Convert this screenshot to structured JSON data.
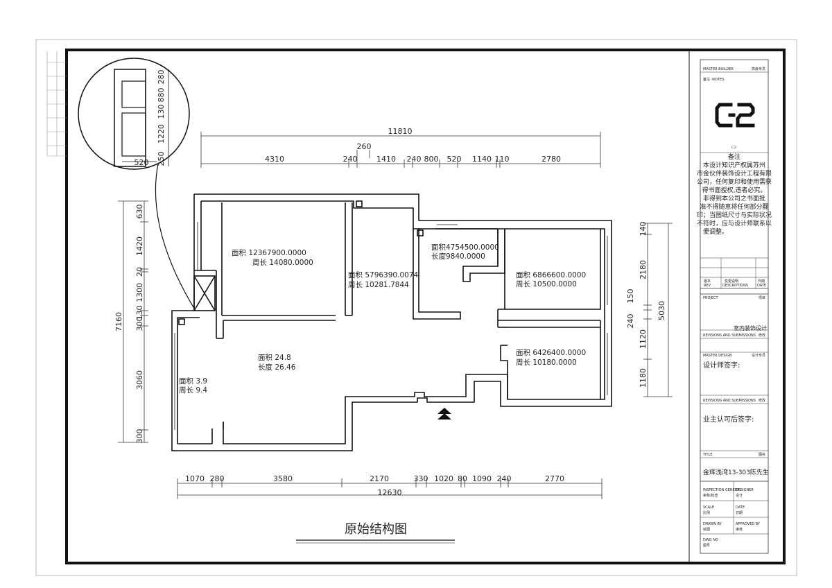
{
  "drawing_title": "原始结构图",
  "top_dims": {
    "overall": "11810",
    "sub_260": "260",
    "segments": [
      "4310",
      "240",
      "1410",
      "240",
      "800",
      "520",
      "1140",
      "110",
      "2780"
    ]
  },
  "bottom_dims": {
    "overall": "12630",
    "segments": [
      "1070",
      "280",
      "3580",
      "2170",
      "330",
      "1020",
      "80",
      "1090",
      "240",
      "2770"
    ]
  },
  "left_dims": {
    "overall": "7160",
    "segments": [
      "630",
      "1420",
      "20",
      "1300",
      "130",
      "300",
      "3060",
      "300"
    ]
  },
  "right_dims": {
    "overall": "5030",
    "segments": [
      "140",
      "2180",
      "150",
      "240",
      "1120",
      "1180"
    ]
  },
  "detail_dims": {
    "right": [
      "280",
      "880",
      "130",
      "1220",
      "250"
    ],
    "bottom": "520"
  },
  "rooms": [
    {
      "area": "面积  12367900.0000",
      "perimeter": "周长    14080.0000"
    },
    {
      "area": "面积  5796390.0074",
      "perimeter": "周长  10281.7844"
    },
    {
      "area": "面积4754500.0000",
      "perimeter": "长度9840.0000"
    },
    {
      "area": "面积    6866600.0000",
      "perimeter": "周长    10500.0000"
    },
    {
      "area": "面积     24.8",
      "perimeter": "长度     26.46"
    },
    {
      "area": "面积    6426400.0000",
      "perimeter": "周长    10180.0000"
    },
    {
      "area": "面积  3.9",
      "perimeter": "周长  9.4"
    }
  ],
  "title_block": {
    "master_builder": "MASTER BUILDER",
    "master_builder_cn": "高级专员",
    "notes_en": "备注 ·NOTES",
    "logo_text": "C-2",
    "notes_heading": "备注",
    "notes_lines": [
      "本设计知识产权属苏州",
      "市金伙伴装饰设计工程有限",
      "公司，任何复印和使用需获",
      "得书面授权,违者必究。",
      "非得到本公司之书面批",
      "准不得随意将任何部分翻",
      "印；当图纸尺寸与实际状况",
      "不符时，应与设计师联系以",
      "便调整。"
    ],
    "rev_header": [
      "版本",
      "变更说明",
      "日期"
    ],
    "rev_header_en": [
      "REV",
      "DESCRIPTIONS",
      "DATE"
    ],
    "project_label": "PROJECT",
    "project_cn": "项目",
    "project_value": "室内装饰设计",
    "revisions_label": "REVISIONS AND SUBMISSIONS",
    "revisions_cn": "修改",
    "master_design": "MASTER DESIGN",
    "master_design_cn": "设计专员",
    "designer_sign": "设计师签字:",
    "revisions_label_2": "REVISIONS AND SUBMISSIONS",
    "revisions_cn_2": "修改",
    "owner_sign": "业主认可后签字:",
    "title_label": "TITLE",
    "title_cn": "图名",
    "title_value": "金辉浅湾13-303陈先生",
    "inspection_general": "INSPECTION GENERAL",
    "inspection_cn": "审核/检查",
    "designer_en": "DESIGNER",
    "designer_cn": "设计",
    "scale_en": "SCALE",
    "scale_cn": "比例",
    "date_en": "DATE",
    "date_cn": "日期",
    "drawn_en": "DRAWN BY",
    "drawn_cn": "绘图",
    "approved_en": "APPROVED BY",
    "approved_cn": "审核",
    "dwg_en": "DWG NO",
    "dwg_cn": "图号"
  }
}
